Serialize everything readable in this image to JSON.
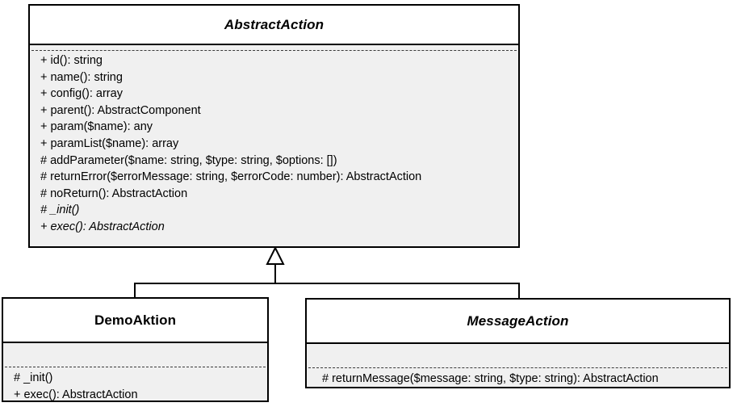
{
  "diagram": {
    "type": "uml-class-diagram",
    "relationship": "generalization",
    "colors": {
      "background": "#ffffff",
      "box_fill": "#ffffff",
      "compartment_fill": "#f0f0f0",
      "line": "#000000",
      "separator": "#3a3a3a"
    }
  },
  "classes": {
    "abstract_action": {
      "name": "AbstractAction",
      "is_abstract": true,
      "attributes": [],
      "operations": [
        {
          "text": "+ id(): string",
          "is_abstract": false
        },
        {
          "text": "+ name(): string",
          "is_abstract": false
        },
        {
          "text": "+ config(): array",
          "is_abstract": false
        },
        {
          "text": "+ parent(): AbstractComponent",
          "is_abstract": false
        },
        {
          "text": "+ param($name): any",
          "is_abstract": false
        },
        {
          "text": "+ paramList($name): array",
          "is_abstract": false
        },
        {
          "text": "# addParameter($name: string, $type: string, $options: [])",
          "is_abstract": false
        },
        {
          "text": "# returnError($errorMessage: string, $errorCode: number): AbstractAction",
          "is_abstract": false
        },
        {
          "text": "# noReturn(): AbstractAction",
          "is_abstract": false
        },
        {
          "text": "# _init()",
          "is_abstract": true
        },
        {
          "text": "+ exec(): AbstractAction",
          "is_abstract": true
        }
      ]
    },
    "demo_aktion": {
      "name": "DemoAktion",
      "is_abstract": false,
      "attributes": [],
      "operations": [
        {
          "text": "# _init()",
          "is_abstract": false
        },
        {
          "text": "+ exec(): AbstractAction",
          "is_abstract": false
        }
      ]
    },
    "message_action": {
      "name": "MessageAction",
      "is_abstract": true,
      "attributes": [],
      "operations": [
        {
          "text": "# returnMessage($message: string, $type: string): AbstractAction",
          "is_abstract": false
        }
      ]
    }
  }
}
